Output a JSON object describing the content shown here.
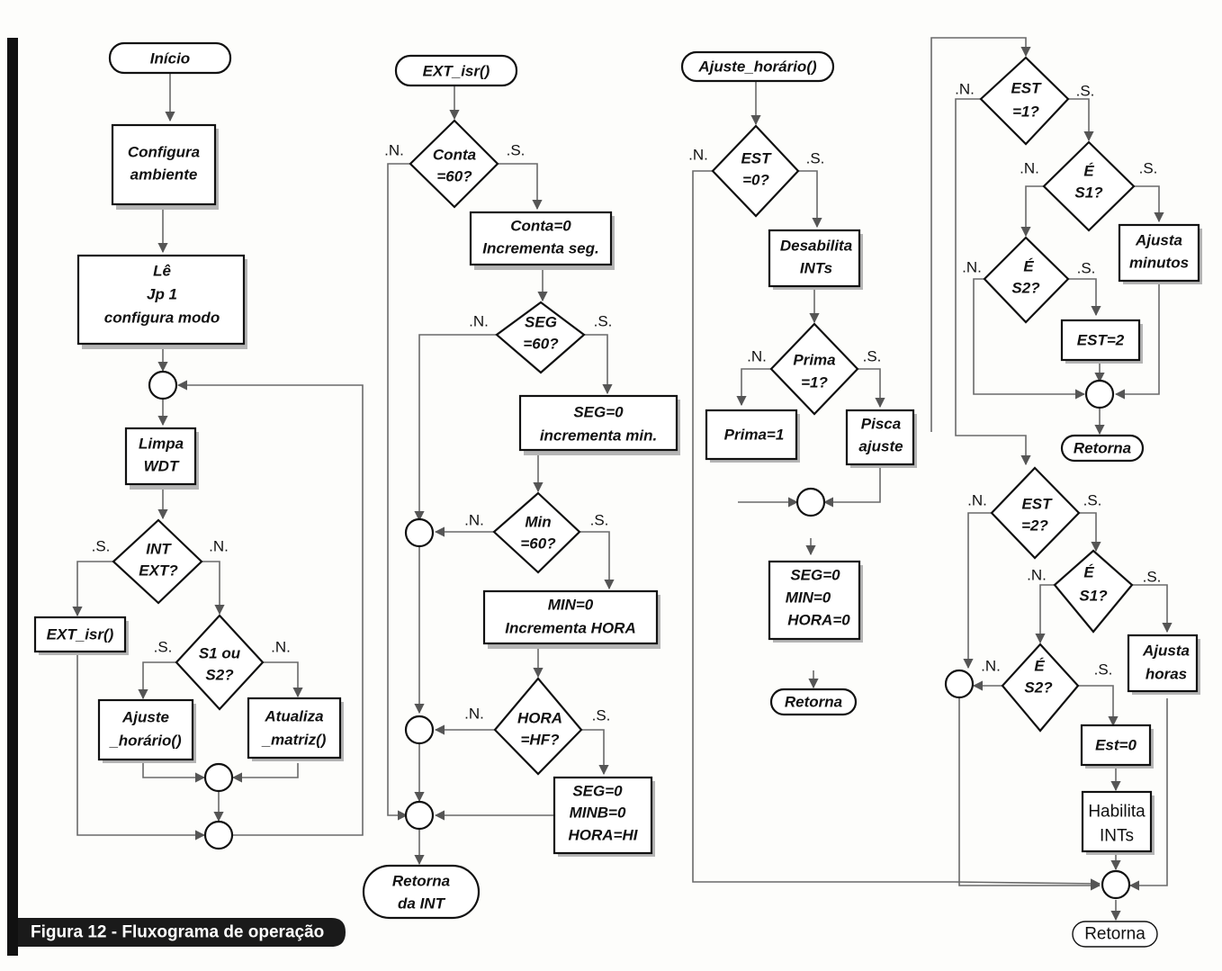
{
  "caption": "Figura 12 - Fluxograma de operação",
  "labels": {
    "yes": ".S.",
    "no": ".N."
  },
  "main": {
    "start": "Início",
    "config_l1": "Configura",
    "config_l2": "ambiente",
    "read_l1": "Lê",
    "read_l2": "Jp 1",
    "read_l3": "configura modo",
    "wdt_l1": "Limpa",
    "wdt_l2": "WDT",
    "intext_l1": "INT",
    "intext_l2": "EXT?",
    "extisr": "EXT_isr()",
    "s1s2_l1": "S1 ou",
    "s1s2_l2": "S2?",
    "ajuste_l1": "Ajuste",
    "ajuste_l2": "_horário()",
    "atualiza_l1": "Atualiza",
    "atualiza_l2": "_matriz()"
  },
  "isr": {
    "start": "EXT_isr()",
    "conta_l1": "Conta",
    "conta_l2": "=60?",
    "contabox_l1": "Conta=0",
    "contabox_l2": "Incrementa seg.",
    "seg_l1": "SEG",
    "seg_l2": "=60?",
    "segbox_l1": "SEG=0",
    "segbox_l2": "incrementa min.",
    "min_l1": "Min",
    "min_l2": "=60?",
    "minbox_l1": "MIN=0",
    "minbox_l2": "Incrementa HORA",
    "hora_l1": "HORA",
    "hora_l2": "=HF?",
    "horabox_l1": "SEG=0",
    "horabox_l2": "MINB=0",
    "horabox_l3": "HORA=HI",
    "end_l1": "Retorna",
    "end_l2": "da INT"
  },
  "adj": {
    "start": "Ajuste_horário()",
    "est0_l1": "EST",
    "est0_l2": "=0?",
    "desab_l1": "Desabilita",
    "desab_l2": "INTs",
    "prima_l1": "Prima",
    "prima_l2": "=1?",
    "primabox": "Prima=1",
    "pisca_l1": "Pisca",
    "pisca_l2": "ajuste",
    "reset_l1": "SEG=0",
    "reset_l2": "MIN=0",
    "reset_l3": "HORA=0",
    "end": "Retorna"
  },
  "right": {
    "est1_l1": "EST",
    "est1_l2": "=1?",
    "es1a_l1": "É",
    "es1a_l2": "S1?",
    "ajmin_l1": "Ajusta",
    "ajmin_l2": "minutos",
    "es2a_l1": "É",
    "es2a_l2": "S2?",
    "est2box": "EST=2",
    "end1": "Retorna",
    "est2_l1": "EST",
    "est2_l2": "=2?",
    "es1b_l1": "É",
    "es1b_l2": "S1?",
    "ajhor_l1": "Ajusta",
    "ajhor_l2": "horas",
    "es2b_l1": "É",
    "es2b_l2": "S2?",
    "est0box": "Est=0",
    "hab_l1": "Habilita",
    "hab_l2": "INTs",
    "end2": "Retorna"
  }
}
